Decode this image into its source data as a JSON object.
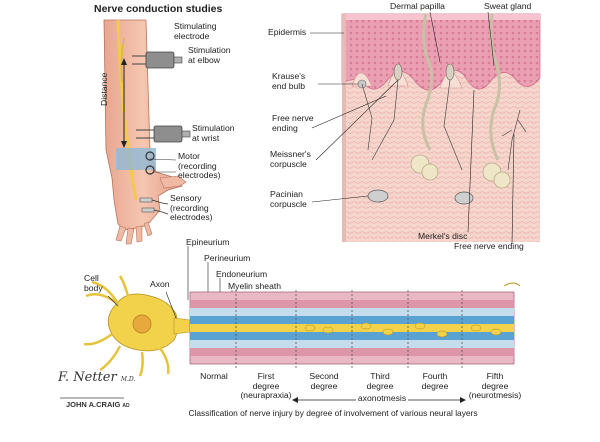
{
  "title": "Nerve conduction studies",
  "arm": {
    "stimulating_electrode": "Stimulating\nelectrode",
    "stimulation_elbow": "Stimulation\nat elbow",
    "distance": "Distance",
    "stimulation_wrist": "Stimulation\nat wrist",
    "motor": "Motor\n(recording\nelectrodes)",
    "sensory": "Sensory\n(recording\nelectrodes)"
  },
  "skin": {
    "epidermis": "Epidermis",
    "dermal_papilla": "Dermal papilla",
    "sweat_gland": "Sweat gland",
    "krause": "Krause's\nend bulb",
    "free_nerve": "Free nerve\nending",
    "meissner": "Meissner's\ncorpuscle",
    "pacinian": "Pacinian\ncorpuscle",
    "merkel": "Merkel's  disc",
    "free_nerve_right": "Free nerve ending"
  },
  "nerve": {
    "epineurium": "Epineurium",
    "perineurium": "Perineurium",
    "endoneurium": "Endoneurium",
    "myelin": "Myelin sheath",
    "cell_body": "Cell\nbody",
    "axon": "Axon",
    "degrees": [
      {
        "label": "Normal"
      },
      {
        "label": "First\ndegree\n(neurapraxia)"
      },
      {
        "label": "Second\ndegree"
      },
      {
        "label": "Third\ndegree"
      },
      {
        "label": "Fourth\ndegree"
      },
      {
        "label": "Fifth\ndegree\n(neurotmesis)"
      }
    ],
    "axonotmesis": "axonotmesis"
  },
  "caption": "Classification of nerve injury by degree of involvement of various neural layers",
  "signatures": {
    "netter": "F. Netter",
    "netter_md": "M.D.",
    "craig": "JOHN A.CRAIG",
    "craig_ad": "AD"
  },
  "colors": {
    "skin": "#f3c9b9",
    "epidermis": "#e38fa6",
    "nerve_yellow": "#f1d24a",
    "myelin_blue": "#5aa2d2",
    "perineurium_pink": "#d98ea4",
    "electrode_grey": "#8e8e8e"
  }
}
